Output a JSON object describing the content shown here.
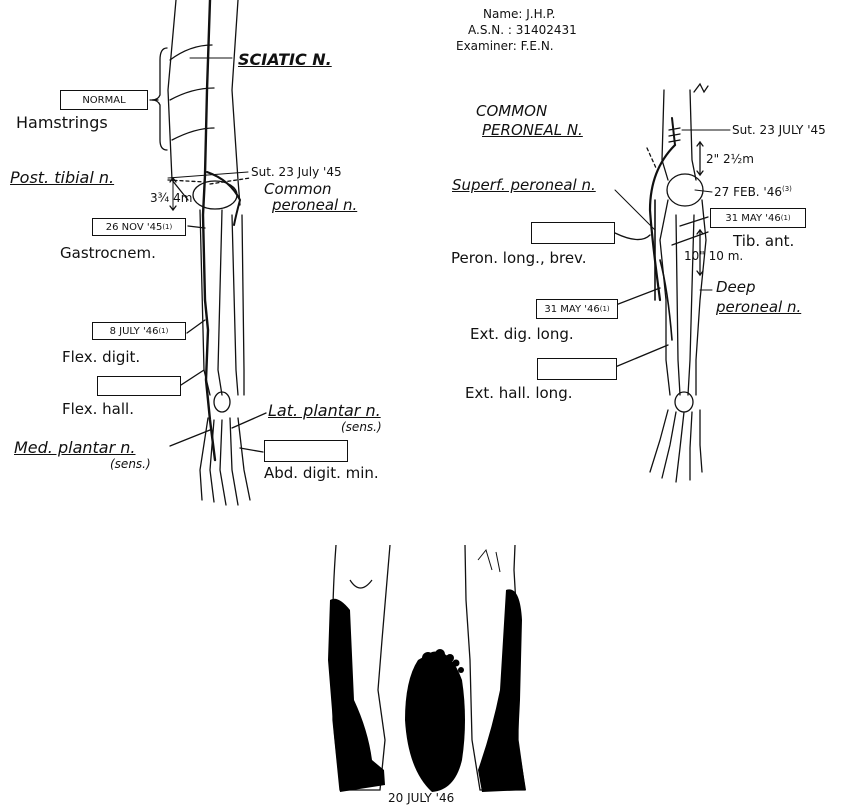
{
  "header": {
    "name": "Name: J.H.P.",
    "asn": "A.S.N. : 31402431",
    "examiner": "Examiner: F.E.N."
  },
  "left_leg": {
    "sciatic": "SCIATIC N.",
    "hamstrings": "Hamstrings",
    "hamstrings_box": "NORMAL",
    "post_tibial": "Post. tibial n.",
    "sut": "Sut. 23 July '45",
    "common_peroneal_1": "Common",
    "common_peroneal_2": "peroneal n.",
    "distance": "3¾ 4m",
    "gastrocnem": "Gastrocnem.",
    "gastrocnem_box": "26 NOV '45",
    "gastrocnem_sup": "(1)",
    "flex_digit": "Flex. digit.",
    "flex_digit_box": "8 JULY '46",
    "flex_digit_sup": "(1)",
    "flex_hall": "Flex. hall.",
    "flex_hall_box": "",
    "lat_plantar": "Lat. plantar n.",
    "lat_plantar_sens": "(sens.)",
    "med_plantar": "Med. plantar n.",
    "med_plantar_sens": "(sens.)",
    "abd_digit": "Abd. digit. min.",
    "abd_digit_box": ""
  },
  "right_leg": {
    "common_peroneal_1": "COMMON",
    "common_peroneal_2": "PERONEAL N.",
    "sut": "Sut. 23 JULY '45",
    "dist1": "2\" 2½m",
    "feb": "27 FEB. '46",
    "feb_sup": "(3)",
    "superf_peroneal": "Superf. peroneal n.",
    "tib_ant_box": "31 MAY '46",
    "tib_ant_sup": "(1)",
    "tib_ant": "Tib. ant.",
    "peron_long": "Peron. long., brev.",
    "peron_long_box": "",
    "dist2": "10\" 10 m.",
    "deep_peroneal_1": "Deep",
    "deep_peroneal_2": "peroneal n.",
    "ext_dig_box": "31 MAY '46",
    "ext_dig_sup": "(1)",
    "ext_dig": "Ext. dig. long.",
    "ext_hall": "Ext. hall. long.",
    "ext_hall_box": ""
  },
  "bottom": {
    "date": "20 JULY '46"
  }
}
